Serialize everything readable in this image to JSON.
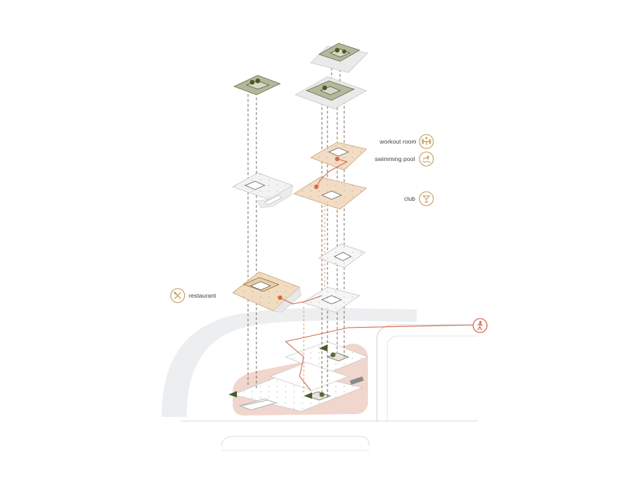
{
  "labels": {
    "workout": "workout room",
    "pool": "swimming pool",
    "club": "club",
    "restaurant": "restaurant"
  },
  "icons": {
    "workout": "dumbbell-icon",
    "pool": "swimmer-icon",
    "club": "cocktail-glass-icon",
    "restaurant": "cutlery-icon",
    "pedestrian": "pedestrian-icon"
  },
  "colors": {
    "icon_gold": "#c9a66b",
    "route_red": "#cf6a4c",
    "roof_green": "#b4b89a",
    "amenity_peach": "#f3dcc4",
    "plaza_pink": "#f0d6cc",
    "ground_grey": "#eceef0",
    "dash_line": "#6e5a46"
  }
}
